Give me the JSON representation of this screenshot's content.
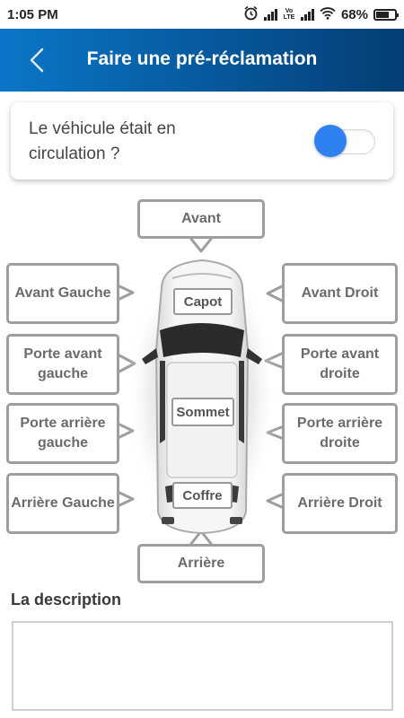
{
  "status_bar": {
    "time": "1:05 PM",
    "carrier_badge": "Vo LTE",
    "battery_percent": "68%",
    "battery_level": 0.68,
    "icons": [
      "alarm-icon",
      "signal-icon",
      "volte-icon",
      "signal-icon",
      "wifi-icon",
      "battery-icon"
    ]
  },
  "header": {
    "title": "Faire une pré-réclamation",
    "back_icon": "chevron-left-icon",
    "gradient_colors": [
      "#0a76c8",
      "#043e74"
    ]
  },
  "circulation": {
    "question": "Le véhicule était en circulation ?",
    "toggle_color": "#2f80f0"
  },
  "zones": {
    "avant": "Avant",
    "avant_gauche": "Avant Gauche",
    "avant_droit": "Avant Droit",
    "porte_avant_gauche": "Porte avant gauche",
    "porte_avant_droite": "Porte avant droite",
    "porte_arriere_gauche": "Porte arrière gauche",
    "porte_arriere_droite": "Porte arrière droite",
    "arriere_gauche": "Arrière Gauche",
    "arriere_droit": "Arrière Droit",
    "arriere": "Arrière"
  },
  "car_parts": {
    "capot": "Capot",
    "sommet": "Sommet",
    "coffre": "Coffre"
  },
  "description": {
    "label": "La description",
    "value": "",
    "placeholder": ""
  }
}
